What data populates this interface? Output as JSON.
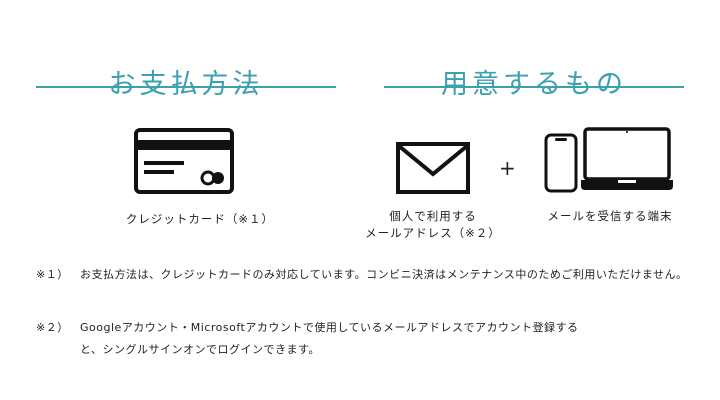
{
  "payment": {
    "title": "お支払方法",
    "card_label": "クレジットカード（※１）"
  },
  "requirements": {
    "title": "用意するもの",
    "mail_label_line1": "個人で利用する",
    "mail_label_line2": "メールアドレス（※２）",
    "plus": "+",
    "device_label": "メールを受信する端末"
  },
  "notes": [
    {
      "mark": "※１）",
      "text": "お支払方法は、クレジットカードのみ対応しています。コンビニ決済はメンテナンス中のためご利用いただけません。"
    },
    {
      "mark": "※２）",
      "text_line1": "Googleアカウント・Microsoftアカウントで使用しているメールアドレスでアカウント登録する",
      "text_line2": "と、シングルサインオンでログインできます。"
    }
  ],
  "colors": {
    "accent": "#3aa0b2"
  }
}
